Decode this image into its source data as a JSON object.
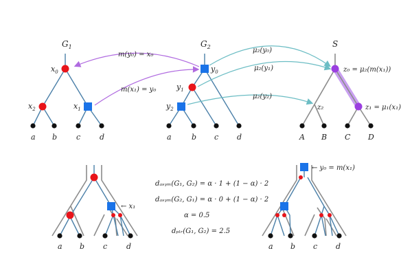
{
  "titles": {
    "g1": "G",
    "g1_sub": "1",
    "g2": "G",
    "g2_sub": "2",
    "s": "S"
  },
  "leaves_lower": [
    "a",
    "b",
    "c",
    "d"
  ],
  "leaves_upper": [
    "A",
    "B",
    "C",
    "D"
  ],
  "g1_nodes": {
    "x0": "x",
    "x0_sub": "0",
    "x1": "x",
    "x1_sub": "1",
    "x2": "x",
    "x2_sub": "2"
  },
  "g2_nodes": {
    "y0": "y",
    "y0_sub": "0",
    "y1": "y",
    "y1_sub": "1",
    "y2": "y",
    "y2_sub": "2"
  },
  "s_nodes": {
    "z0": "z₀ = μ₂(m(x₁))",
    "z1": "z₁ = μ₁(x₁)",
    "z2": "z₂"
  },
  "arrows": {
    "m_y0": "m(y₀) = x₀",
    "m_x1": "m(x₁) = y₀",
    "mu_y0": "μ₂(y₀)",
    "mu_y1": "μ₂(y₁)",
    "mu_y2": "μ₂(y₂)"
  },
  "bottom": {
    "left_marker": "← x₁",
    "right_marker": "← y₀ = m(x₁)"
  },
  "equations": {
    "eq1": "dₐₛᵧₘ(G₁, G₂) = α · 1 + (1 − α) · 2",
    "eq2": "dₐₛᵧₘ(G₂, G₁) = α · 0 + (1 − α) · 2",
    "eq3": "α = 0.5",
    "eq4": "dₚₗᵣ(G₁, G₂) = 2.5"
  },
  "colors": {
    "tree": "#4a7fa8",
    "species": "#8c8c8c",
    "speciation": "#e8141a",
    "duplication": "#1a73e8",
    "violet": "#b06be0",
    "teal": "#6cbdc4",
    "highlight": "#c9a0f0",
    "purple_node": "#9b3fe0"
  }
}
